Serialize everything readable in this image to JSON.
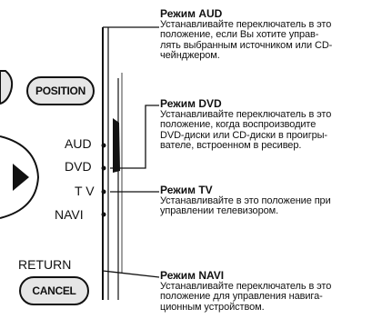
{
  "remote": {
    "position_button": "POSITION",
    "cancel_button": "CANCEL",
    "return_label": "RETURN",
    "switch_labels": {
      "aud": "AUD",
      "dvd": "DVD",
      "tv": "T V",
      "navi": "NAVI"
    }
  },
  "modes": [
    {
      "title": "Режим AUD",
      "lines": [
        "Устанавливайте переключатель в это",
        "положение, если Вы хотите управ-",
        "лять выбранным источником или CD-",
        "чейнджером."
      ]
    },
    {
      "title": "Режим DVD",
      "lines": [
        "Устанавливайте переключатель в это",
        "положение, когда воспроизводите",
        "DVD-диски или CD-диски в проигры-",
        "вателе, встроенном в ресивер."
      ]
    },
    {
      "title": "Режим TV",
      "lines": [
        "Устанавливайте в это положение при",
        "управлении телевизором."
      ]
    },
    {
      "title": "Режим NAVI",
      "lines": [
        "Устанавливайте переключатель в это",
        "положение для управления навига-",
        "ционным устройством."
      ]
    }
  ]
}
